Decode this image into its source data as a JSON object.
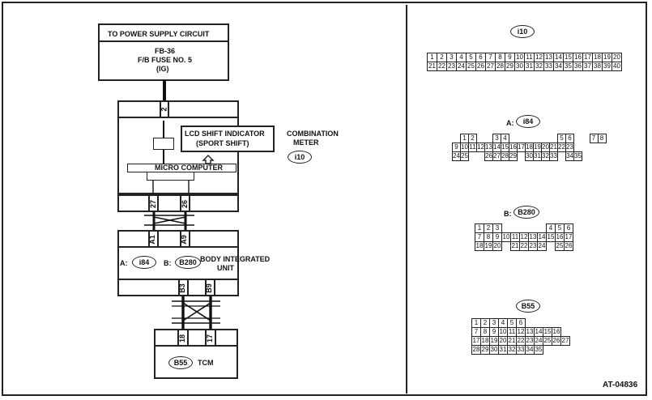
{
  "power": {
    "line1": "TO POWER SUPPLY CIRCUIT",
    "line2": "FB-36",
    "line3": "F/B FUSE NO. 5",
    "line4": "(IG)"
  },
  "combination_meter": {
    "label1": "COMBINATION",
    "label2": "METER",
    "connector": "i10",
    "lcd_line1": "LCD SHIFT INDICATOR",
    "lcd_line2": "(SPORT SHIFT)",
    "micro": "MICRO COMPUTER",
    "pin_top": "2",
    "pin_left": "27",
    "pin_right": "26"
  },
  "biu": {
    "pin_a1": "A1",
    "pin_a9": "A9",
    "a_prefix": "A:",
    "a_conn": "i84",
    "b_prefix": "B:",
    "b_conn": "B280",
    "label1": "BODY INTEGRATED",
    "label2": "UNIT",
    "pin_b3": "B3",
    "pin_b9": "B9"
  },
  "tcm": {
    "pin_18": "18",
    "pin_17": "17",
    "conn": "B55",
    "label": "TCM"
  },
  "connectors": {
    "i10": {
      "label": "i10",
      "rows": [
        [
          "1",
          "2",
          "3",
          "4",
          "5",
          "6",
          "7",
          "8",
          "9",
          "10",
          "11",
          "12",
          "13",
          "14",
          "15",
          "16",
          "17",
          "18",
          "19",
          "20"
        ],
        [
          "21",
          "22",
          "23",
          "24",
          "25",
          "26",
          "27",
          "28",
          "29",
          "30",
          "31",
          "32",
          "33",
          "34",
          "35",
          "36",
          "37",
          "38",
          "39",
          "40"
        ]
      ]
    },
    "i84": {
      "prefix": "A:",
      "label": "i84",
      "rows": [
        [
          "",
          "1",
          "2",
          "",
          "",
          "3",
          "4",
          "",
          "",
          "",
          "",
          "",
          "",
          "5",
          "6",
          "",
          "",
          "7",
          "8"
        ],
        [
          "9",
          "10",
          "11",
          "12",
          "13",
          "14",
          "15",
          "16",
          "17",
          "18",
          "19",
          "20",
          "21",
          "22",
          "23"
        ],
        [
          "24",
          "25",
          "",
          "",
          "26",
          "27",
          "28",
          "29",
          "",
          "30",
          "31",
          "32",
          "33",
          "",
          "34",
          "35"
        ]
      ]
    },
    "B280": {
      "prefix": "B:",
      "label": "B280",
      "rows": [
        [
          "1",
          "2",
          "3",
          "",
          "",
          "",
          "",
          "",
          "4",
          "5",
          "6"
        ],
        [
          "7",
          "8",
          "9",
          "10",
          "11",
          "12",
          "13",
          "14",
          "15",
          "16",
          "17"
        ],
        [
          "18",
          "19",
          "20",
          "",
          "21",
          "22",
          "23",
          "24",
          "",
          "25",
          "26"
        ]
      ]
    },
    "B55": {
      "label": "B55",
      "rows": [
        [
          "1",
          "2",
          "3",
          "4",
          "5",
          "6"
        ],
        [
          "7",
          "8",
          "9",
          "10",
          "11",
          "12",
          "13",
          "14",
          "15",
          "16"
        ],
        [
          "17",
          "18",
          "19",
          "20",
          "21",
          "22",
          "23",
          "24",
          "25",
          "26",
          "27"
        ],
        [
          "28",
          "29",
          "30",
          "31",
          "32",
          "33",
          "34",
          "35"
        ]
      ]
    }
  },
  "figure_id": "AT-04836"
}
